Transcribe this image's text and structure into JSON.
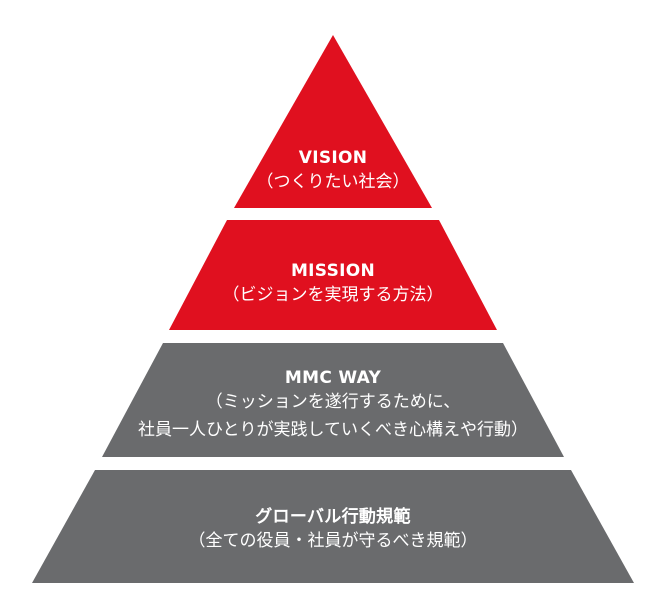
{
  "colors": {
    "top_tiers": "#e0101f",
    "bottom_tiers": "#6a6b6d",
    "text": "#ffffff",
    "background": "#ffffff"
  },
  "pyramid": {
    "tiers": [
      {
        "title": "VISION",
        "subtitle_lines": [
          "（つくりたい社会）"
        ]
      },
      {
        "title": "MISSION",
        "subtitle_lines": [
          "（ビジョンを実現する方法）"
        ]
      },
      {
        "title": "MMC WAY",
        "subtitle_lines": [
          "（ミッションを遂行するために、",
          "社員一人ひとりが実践していくべき心構えや行動）"
        ]
      },
      {
        "title": "グローバル行動規範",
        "subtitle_lines": [
          "（全ての役員・社員が守るべき規範）"
        ]
      }
    ]
  }
}
